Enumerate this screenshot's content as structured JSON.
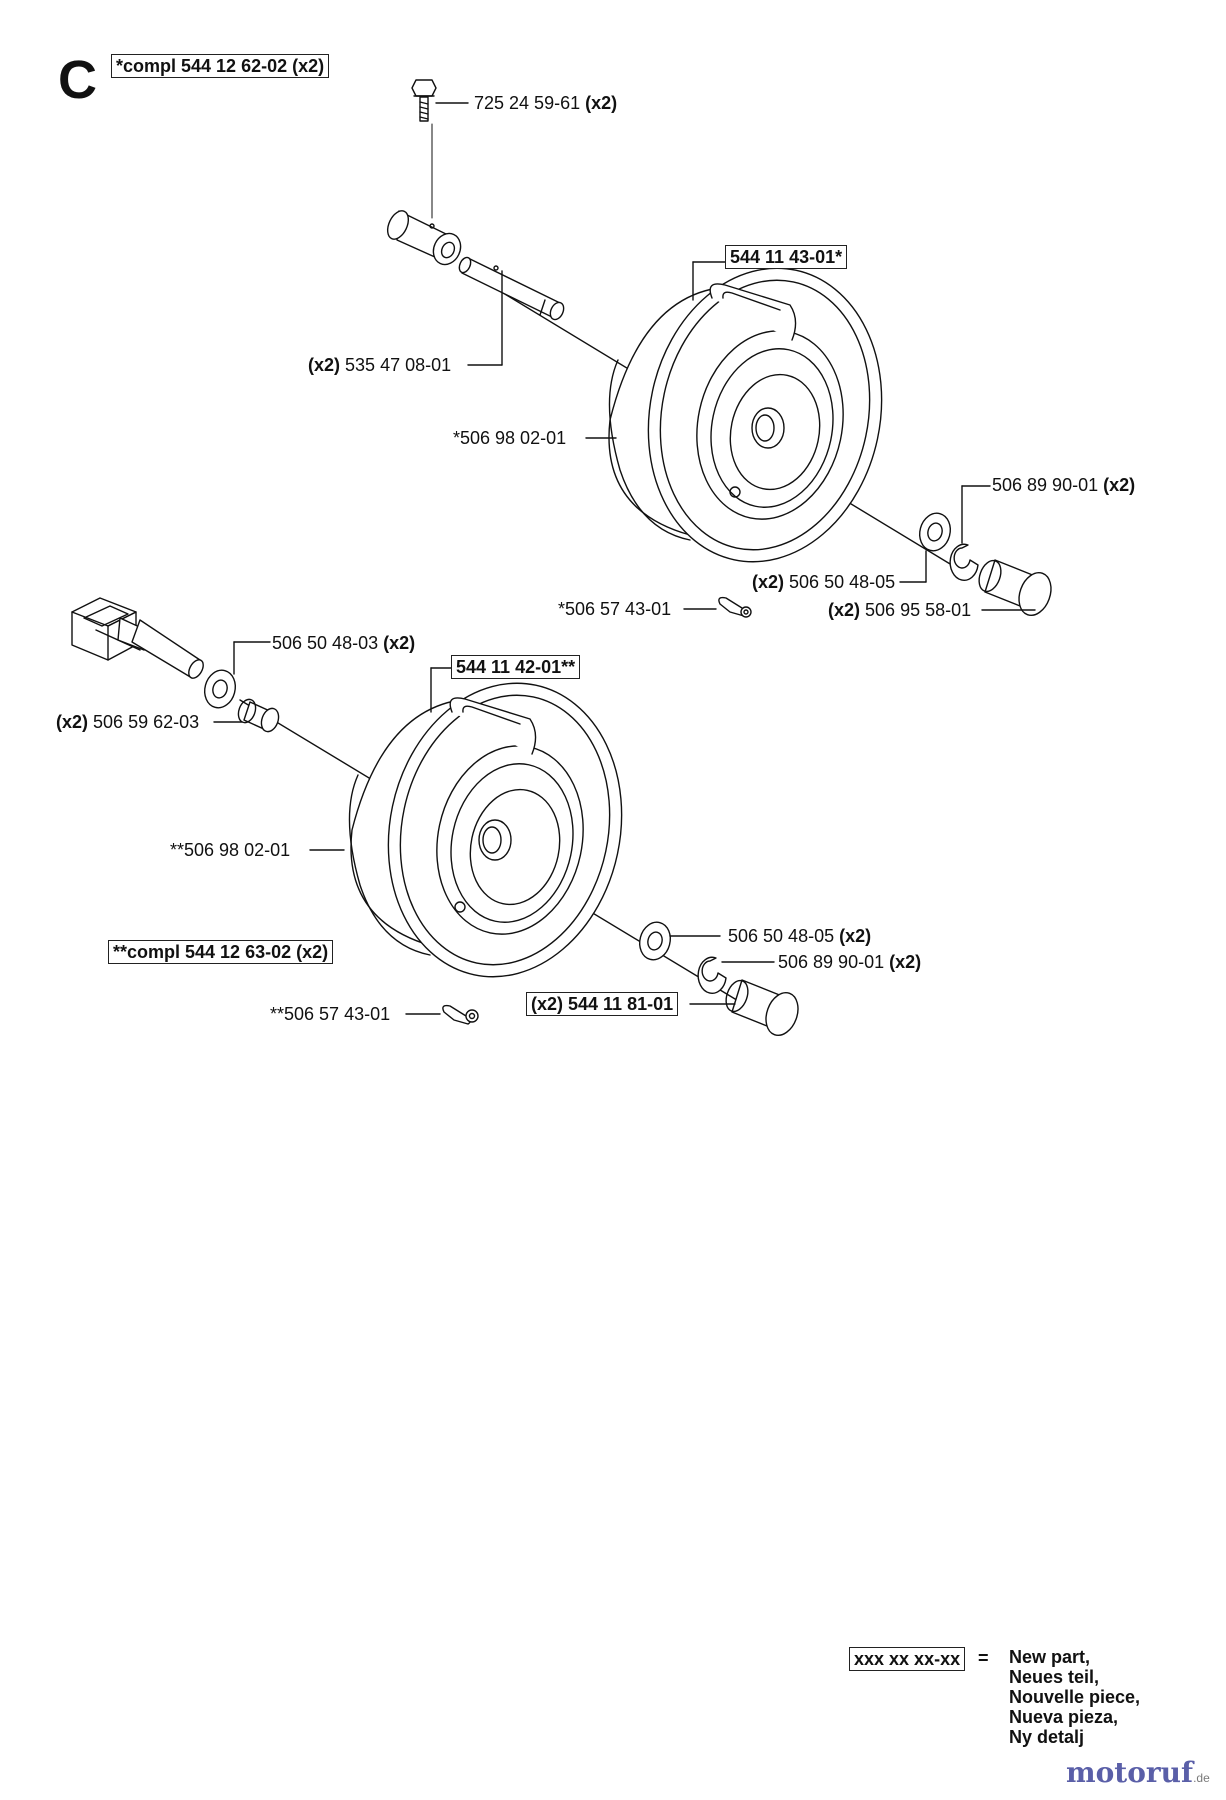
{
  "section_letter": "C",
  "assembly_upper": "*compl 544 12 62-02 (x2)",
  "assembly_lower": "**compl 544 12 63-02 (x2)",
  "labels": {
    "bolt": "725 24 59-61",
    "bolt_qty": "(x2)",
    "axle_qty": "(x2)",
    "axle": "535 47 08-01",
    "wheel_upper": "544 11 43-01*",
    "tire_upper": "*506 98 02-01",
    "clip_upper": "506 89 90-01",
    "clip_upper_qty": "(x2)",
    "washer_upper_qty": "(x2)",
    "washer_upper": "506 50 48-05",
    "cap_upper_qty": "(x2)",
    "cap_upper": "506 95 58-01",
    "clamp_upper": "*506 57 43-01",
    "washer_mid": "506 50 48-03",
    "washer_mid_qty": "(x2)",
    "wheel_lower": "544 11 42-01**",
    "bushing_qty": "(x2)",
    "bushing": "506 59 62-03",
    "tire_lower": "**506 98 02-01",
    "washer_lower": "506 50 48-05",
    "washer_lower_qty": "(x2)",
    "clip_lower": "506 89 90-01",
    "clip_lower_qty": "(x2)",
    "cap_lower": "(x2) 544 11 81-01",
    "clamp_lower": "**506 57 43-01"
  },
  "legend": {
    "key": "xxx xx xx-xx",
    "equals": "=",
    "lines": [
      "New part,",
      "Neues teil,",
      "Nouvelle piece,",
      "Nueva pieza,",
      "Ny detalj"
    ]
  },
  "watermark": {
    "brand": "motoruf",
    "suffix": ".de"
  }
}
